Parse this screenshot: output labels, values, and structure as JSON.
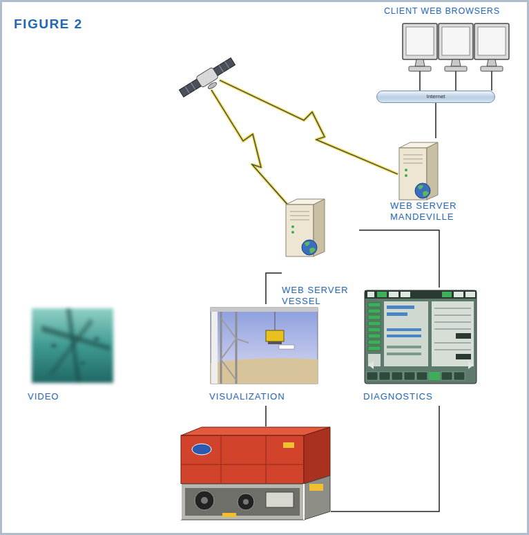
{
  "diagram": {
    "title": "FIGURE 2",
    "nodes": [
      {
        "text": [
          "CLIENT WEB BROWSERS"
        ]
      },
      {
        "text": [
          "Internet"
        ]
      },
      {
        "text": [
          "WEB SERVER MANDEVILLE"
        ]
      },
      {
        "text": [
          "WEB SERVER VESSEL"
        ]
      },
      {
        "text": [
          "VIDEO"
        ]
      },
      {
        "text": [
          "VISUALIZATION"
        ]
      },
      {
        "text": [
          "DIAGNOSTICS"
        ]
      }
    ],
    "edges": [
      {
        "from": 0,
        "to": 1,
        "arrow": "none"
      },
      {
        "from": 1,
        "to": 2,
        "arrow": "none"
      },
      {
        "from": 3,
        "to": 5,
        "arrow": "none"
      },
      {
        "from": 3,
        "to": 6,
        "arrow": "none"
      }
    ]
  }
}
